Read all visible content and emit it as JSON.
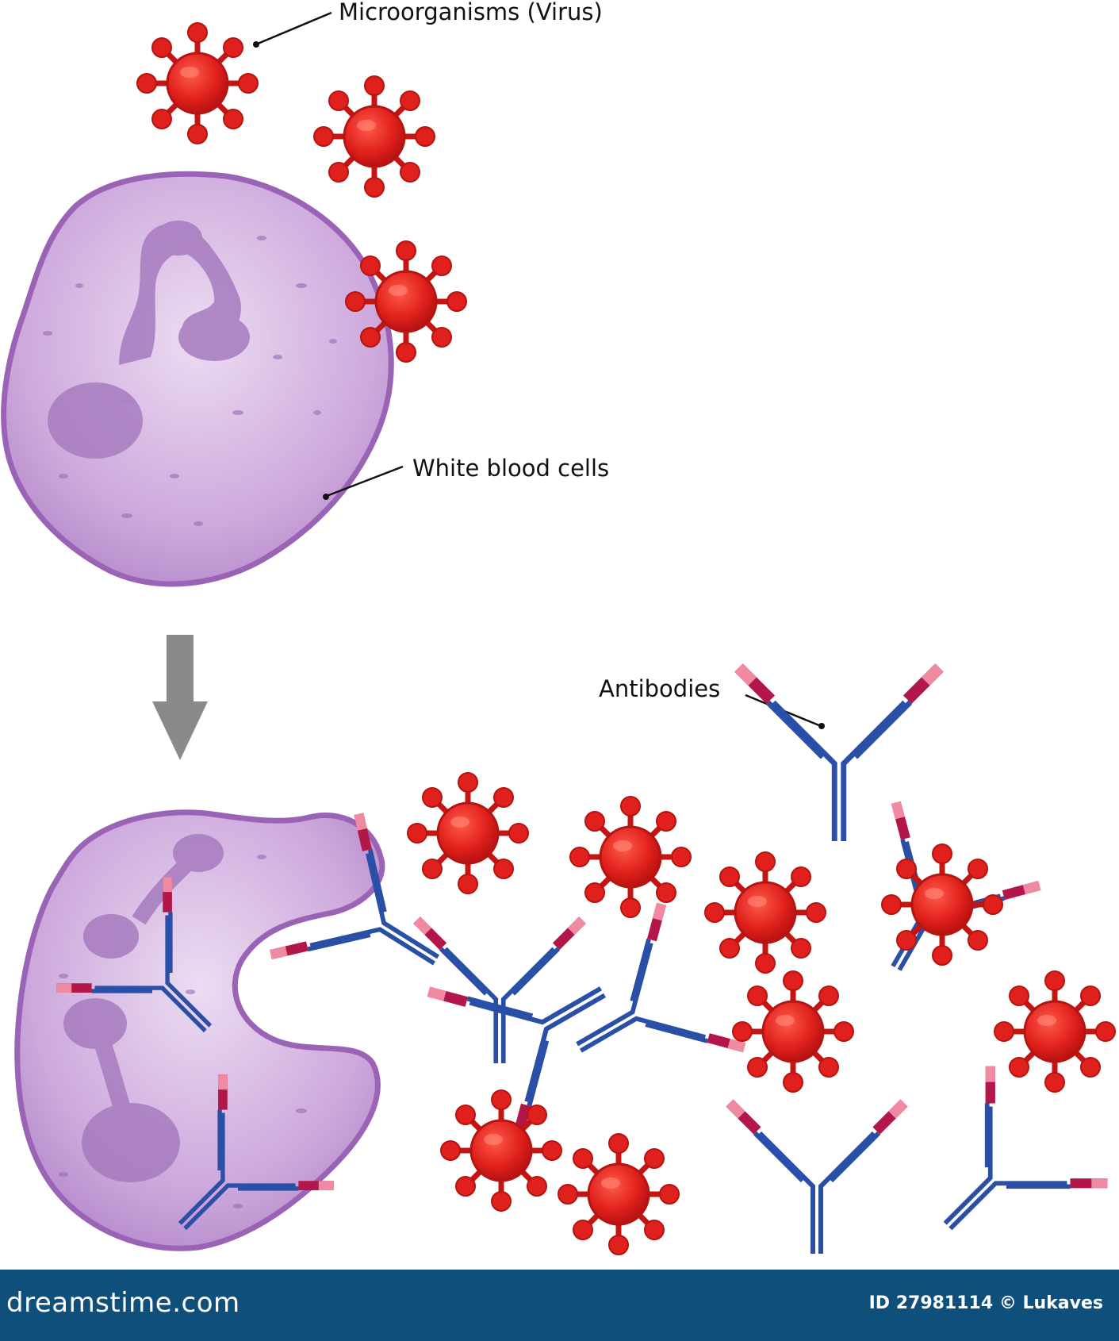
{
  "labels": {
    "virus": "Microorganisms (Virus)",
    "wbc": "White blood cells",
    "antibodies": "Antibodies"
  },
  "footer": {
    "logo": "dreamstime.com",
    "id_text": "ID 27981114 © Lukaves"
  },
  "colors": {
    "virus": "#e0201c",
    "cell": "#c8a3d6",
    "antibody": "#2a4fa6",
    "tip": "#e46b86",
    "arrow": "#8a8a8a",
    "footer": "#0f4f7c"
  }
}
